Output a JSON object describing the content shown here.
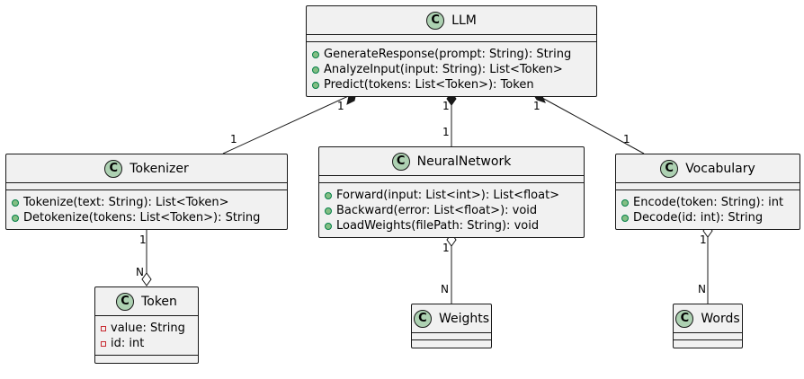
{
  "classes": {
    "llm": {
      "name": "LLM",
      "badge": "C",
      "methods": [
        "GenerateResponse(prompt: String): String",
        "AnalyzeInput(input: String): List<Token>",
        "Predict(tokens: List<Token>): Token"
      ]
    },
    "tokenizer": {
      "name": "Tokenizer",
      "badge": "C",
      "methods": [
        "Tokenize(text: String): List<Token>",
        "Detokenize(tokens: List<Token>): String"
      ]
    },
    "neural_network": {
      "name": "NeuralNetwork",
      "badge": "C",
      "methods": [
        "Forward(input: List<int>): List<float>",
        "Backward(error: List<float>): void",
        "LoadWeights(filePath: String): void"
      ]
    },
    "vocabulary": {
      "name": "Vocabulary",
      "badge": "C",
      "methods": [
        "Encode(token: String): int",
        "Decode(id: int): String"
      ]
    },
    "token": {
      "name": "Token",
      "badge": "C",
      "fields": [
        "value: String",
        "id: int"
      ]
    },
    "weights": {
      "name": "Weights",
      "badge": "C"
    },
    "words": {
      "name": "Words",
      "badge": "C"
    }
  },
  "relations": {
    "llm_tokenizer": {
      "type": "composition",
      "from_mult": "1",
      "to_mult": "1"
    },
    "llm_neural": {
      "type": "composition",
      "from_mult": "1",
      "to_mult": "1"
    },
    "llm_vocab": {
      "type": "composition",
      "from_mult": "1",
      "to_mult": "1"
    },
    "tokenizer_token": {
      "type": "aggregation",
      "from_mult": "1",
      "to_mult": "N"
    },
    "neural_weights": {
      "type": "aggregation",
      "from_mult": "1",
      "to_mult": "N"
    },
    "vocab_words": {
      "type": "aggregation",
      "from_mult": "1",
      "to_mult": "N"
    }
  },
  "colors": {
    "class_fill": "#f1f1f1",
    "border": "#181818",
    "badge": "#add1b2",
    "public_marker": "#84be84",
    "private_marker": "#c82930"
  }
}
